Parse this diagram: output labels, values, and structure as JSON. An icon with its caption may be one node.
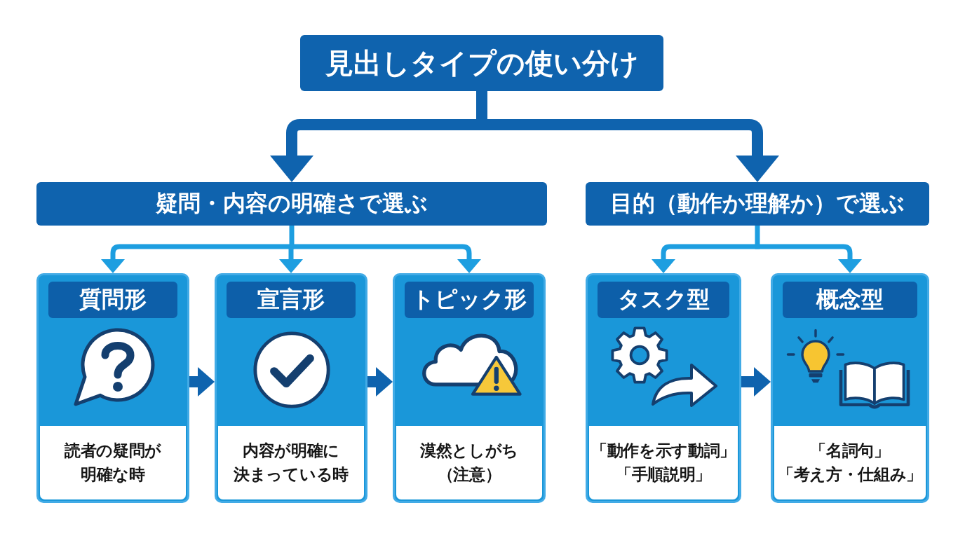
{
  "diagram": {
    "nodes": [
      {
        "text": [
          "見出しタイプの使い分け"
        ]
      },
      {
        "text": [
          "疑問・内容の明確さで選ぶ"
        ]
      },
      {
        "text": [
          "目的（動作か理解か）で選ぶ"
        ]
      },
      {
        "text": [
          "質問形",
          "読者の疑問が明確な時"
        ]
      },
      {
        "text": [
          "宣言形",
          "内容が明確に決まっている時"
        ]
      },
      {
        "text": [
          "トピック形",
          "漠然としがち（注意）"
        ]
      },
      {
        "text": [
          "タスク型",
          "「動作を示す動詞」「手順説明」"
        ]
      },
      {
        "text": [
          "概念型",
          "「名詞句」「考え方・仕組み」"
        ]
      }
    ],
    "edges": [
      {
        "from": 0,
        "to": 1,
        "arrow": "to",
        "style": "thick",
        "color": "#0f63ae"
      },
      {
        "from": 0,
        "to": 2,
        "arrow": "to",
        "style": "thick",
        "color": "#0f63ae"
      },
      {
        "from": 1,
        "to": 3,
        "arrow": "to"
      },
      {
        "from": 1,
        "to": 4,
        "arrow": "to"
      },
      {
        "from": 1,
        "to": 5,
        "arrow": "to"
      },
      {
        "from": 2,
        "to": 6,
        "arrow": "to"
      },
      {
        "from": 2,
        "to": 7,
        "arrow": "to"
      },
      {
        "from": 3,
        "to": 4,
        "arrow": "to",
        "style": "thick",
        "color": "#0f63ae"
      },
      {
        "from": 4,
        "to": 5,
        "arrow": "to",
        "style": "thick",
        "color": "#0f63ae"
      },
      {
        "from": 6,
        "to": 7,
        "arrow": "to",
        "style": "thick",
        "color": "#0f63ae"
      }
    ]
  }
}
